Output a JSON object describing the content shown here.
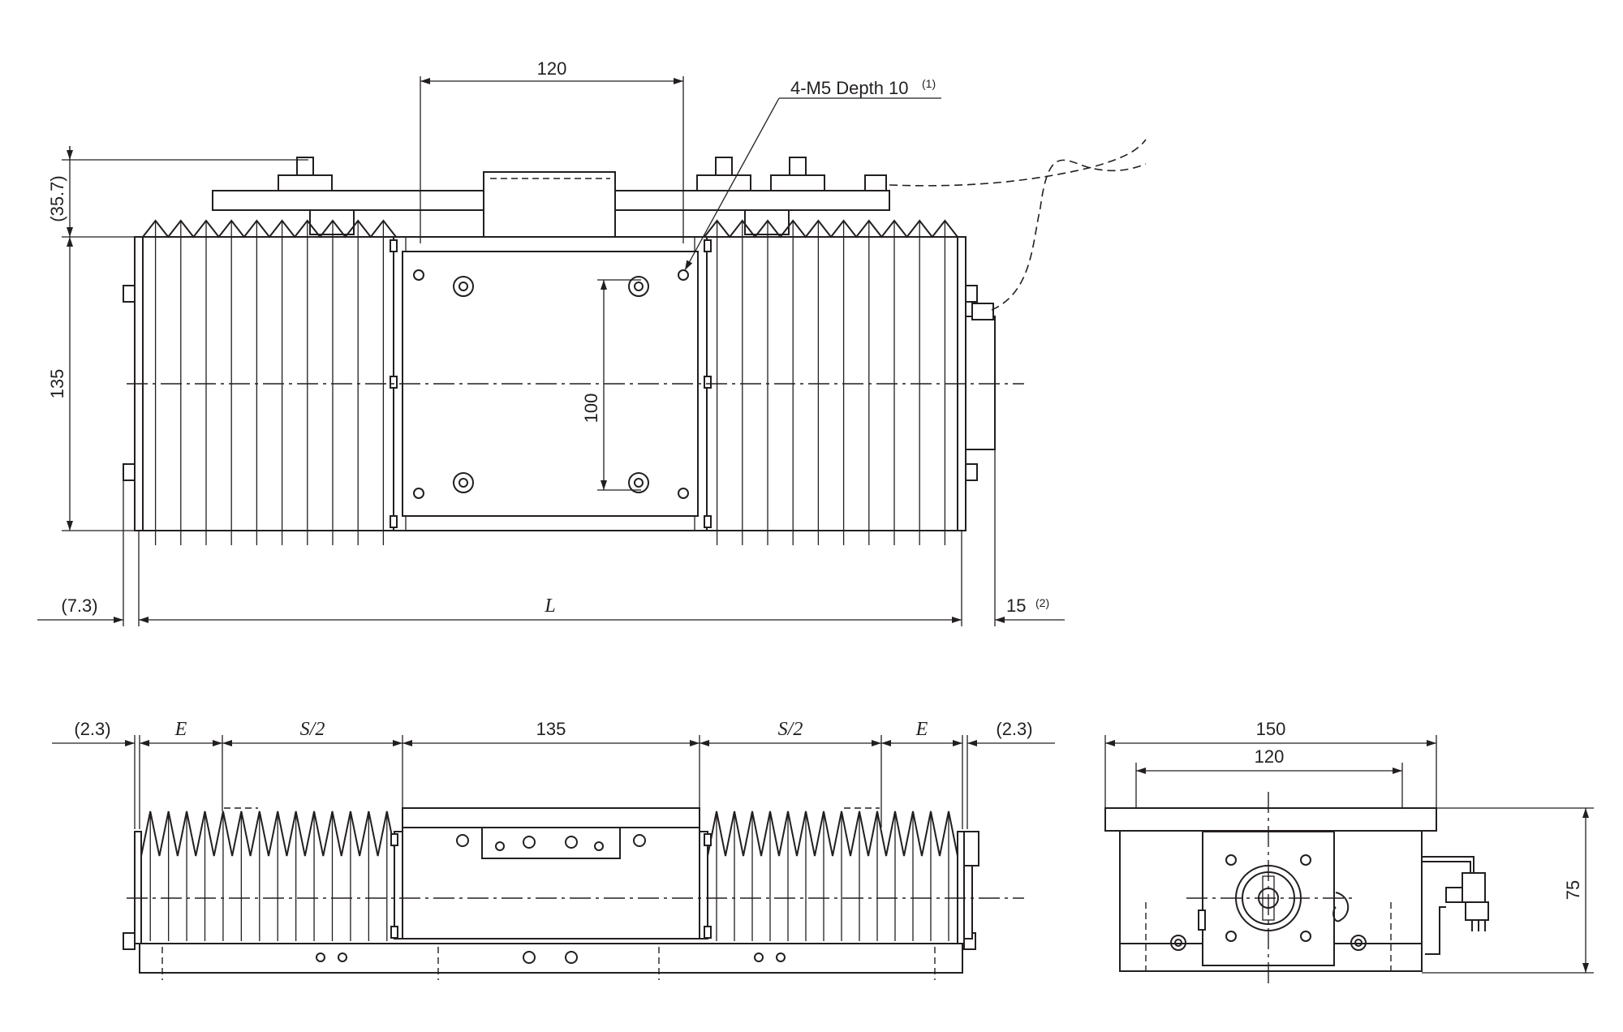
{
  "top_view": {
    "dim_mount_pitch_x": "120",
    "callout_tapped_holes": "4-M5 Depth 10",
    "callout_tapped_holes_note": "(1)",
    "dim_motor_offset": "(35.7)",
    "dim_width": "135",
    "dim_mount_pitch_y": "100",
    "dim_left_overhang": "(7.3)",
    "dim_length": "L",
    "dim_right_extension": "15",
    "dim_right_extension_note": "(2)"
  },
  "side_view": {
    "dim_left_gap": "(2.3)",
    "dim_left_end": "E",
    "dim_left_stroke": "S/2",
    "dim_table": "135",
    "dim_right_stroke": "S/2",
    "dim_right_end": "E",
    "dim_right_gap": "(2.3)"
  },
  "end_view": {
    "dim_base_width": "150",
    "dim_table_width": "120",
    "dim_height": "75"
  }
}
